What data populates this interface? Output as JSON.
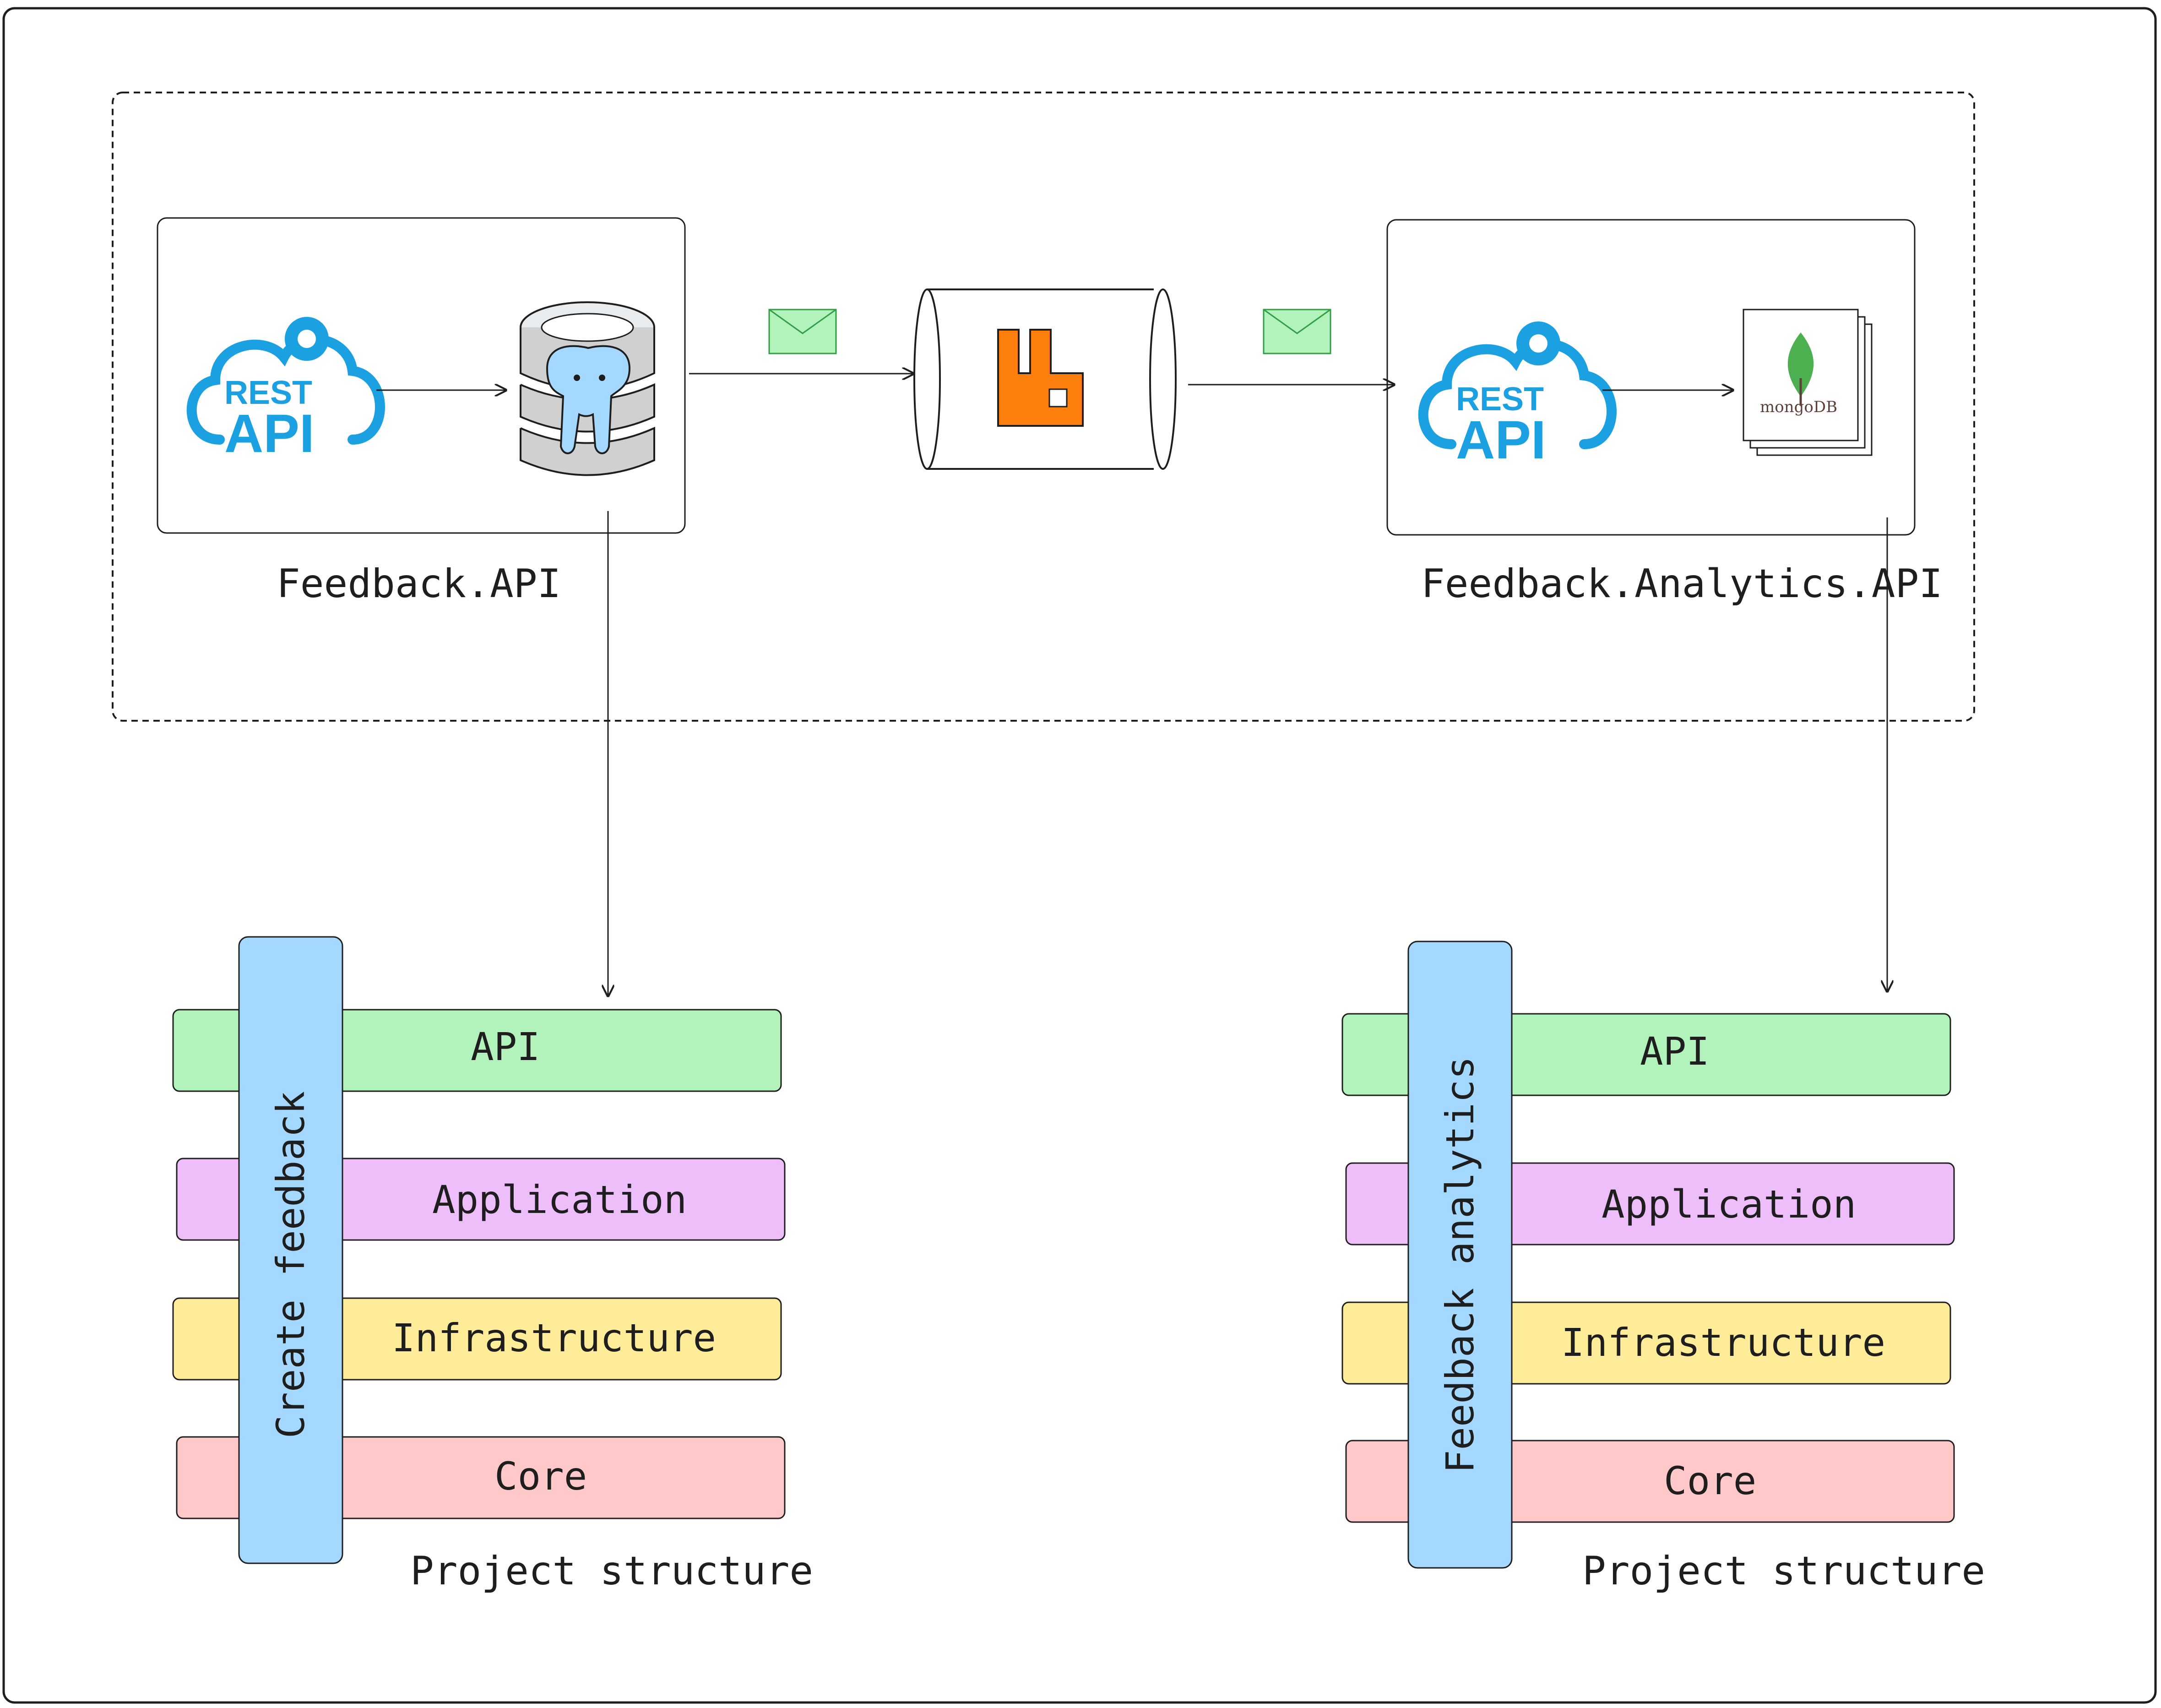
{
  "services": {
    "feedback_api": {
      "name": "Feedback.API",
      "rest_word": "REST",
      "api_word": "API"
    },
    "analytics_api": {
      "name": "Feedback.Analytics.API",
      "rest_word": "REST",
      "api_word": "API",
      "mongo_label": "mongoDB"
    }
  },
  "left_stack": {
    "vertical_label": "Create feedback",
    "caption": "Project structure",
    "layers": [
      "API",
      "Application",
      "Infrastructure",
      "Core"
    ]
  },
  "right_stack": {
    "vertical_label": "Feedback analytics",
    "caption": "Project structure",
    "layers": [
      "API",
      "Application",
      "Infrastructure",
      "Core"
    ]
  },
  "colors": {
    "api": "#b2f2bb",
    "application": "#eebefa",
    "infrastructure": "#ffec99",
    "core": "#ffc9c9",
    "vertical_bar": "#a5d8ff",
    "rest_icon": "#1ba1e2",
    "rabbitmq": "#ff7f0e",
    "envelope": "#b2f2bb",
    "mongo_leaf": "#4caf50",
    "postgres": "#a5d8ff"
  },
  "icons": [
    "rest-api-icon",
    "postgresql-icon",
    "rabbitmq-icon",
    "mongodb-icon",
    "envelope-icon"
  ]
}
